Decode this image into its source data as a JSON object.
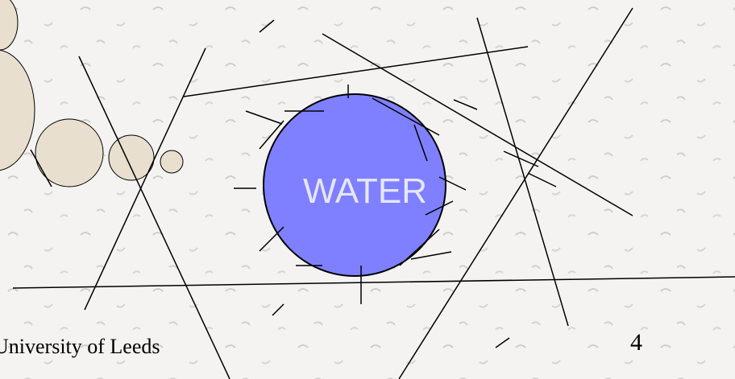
{
  "slide": {
    "center_label": "WATER",
    "footer": "University of Leeds",
    "page_number": "4"
  },
  "colors": {
    "background": "#f4f3f1",
    "water_fill": "#7f80ff",
    "bubble_fill": "#e8dfcf",
    "line": "#000000",
    "label": "#e6e6ff"
  }
}
